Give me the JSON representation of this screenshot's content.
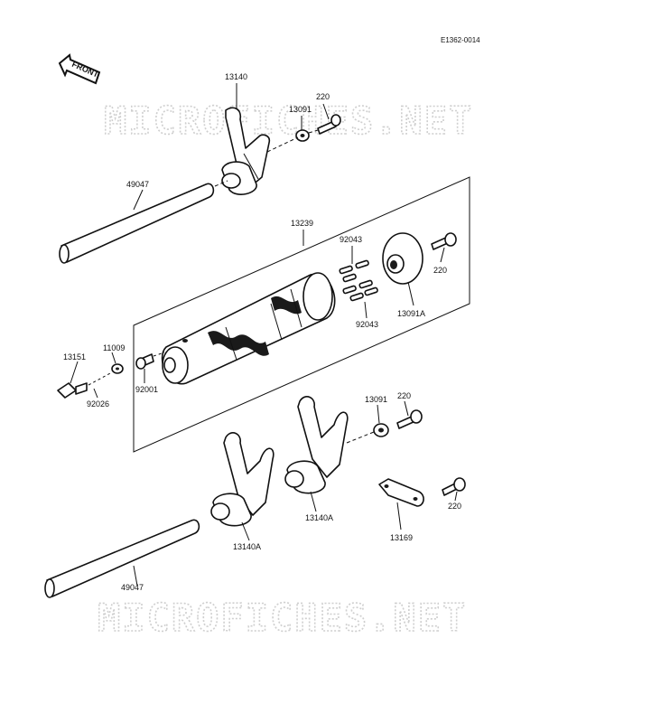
{
  "diagram": {
    "code": "E1362-0014",
    "front_label": "FRONT",
    "watermark": "MICROFICHES.NET",
    "parts": {
      "p13140": "13140",
      "p13091_top": "13091",
      "p220_top": "220",
      "p49047_top": "49047",
      "p13239": "13239",
      "p92043_top": "92043",
      "p220_drum": "220",
      "p13091A": "13091A",
      "p92043_bottom": "92043",
      "p13151": "13151",
      "p11009": "11009",
      "p92026": "92026",
      "p92001": "92001",
      "p13091_bottom": "13091",
      "p220_bottom": "220",
      "p13140A_right": "13140A",
      "p13140A_left": "13140A",
      "p13169": "13169",
      "p220_plate": "220",
      "p49047_bottom": "49047"
    }
  }
}
